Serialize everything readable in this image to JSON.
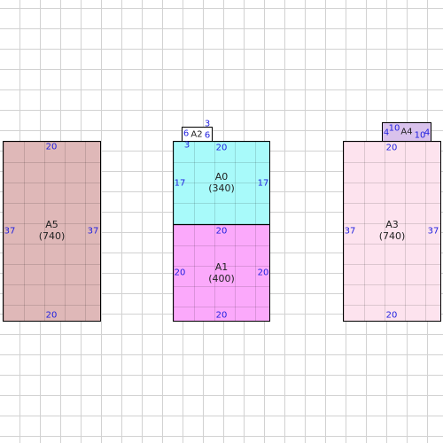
{
  "rooms": {
    "a5": {
      "name": "A5",
      "area": "(740)",
      "top": "20",
      "bottom": "20",
      "left": "37",
      "right": "37",
      "color": "#dfb8b8"
    },
    "a0": {
      "name": "A0",
      "area": "(340)",
      "top": "20",
      "left": "17",
      "right": "17",
      "color": "#a8fafa"
    },
    "a1": {
      "name": "A1",
      "area": "(400)",
      "top": "20",
      "bottom": "20",
      "left": "20",
      "right": "20",
      "color": "#fba9fb"
    },
    "a3": {
      "name": "A3",
      "area": "(740)",
      "top": "20",
      "bottom": "20",
      "left": "37",
      "right": "37",
      "color": "#fde3ee"
    },
    "a2": {
      "name": "A2",
      "top": "3",
      "bottom": "3",
      "left": "6",
      "right": "6",
      "color": "#ffffff"
    },
    "a4": {
      "name": "A4",
      "top": "10",
      "bottom": "10",
      "left": "4",
      "right": "4",
      "color": "#d9c2ec"
    }
  }
}
